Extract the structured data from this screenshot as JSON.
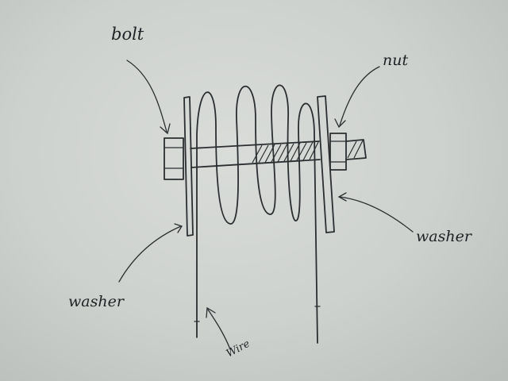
{
  "labels": {
    "bolt": "bolt",
    "nut": "nut",
    "washer_left": "washer",
    "washer_right": "washer",
    "wire": "Wire"
  },
  "colors": {
    "paper": "#cdd1cd",
    "ink": "#2b2e30"
  }
}
